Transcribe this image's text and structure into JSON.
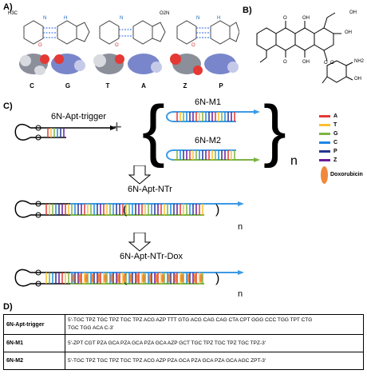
{
  "panels": {
    "a": "A)",
    "b": "B)",
    "c": "C)",
    "d": "D)"
  },
  "base_pairs": [
    {
      "left": "C",
      "right": "G"
    },
    {
      "left": "T",
      "right": "A"
    },
    {
      "left": "Z",
      "right": "P"
    }
  ],
  "structure_labels": {
    "h3c": "H3C",
    "o2n": "O2N",
    "oh1": "OH",
    "oh2": "OH",
    "oh3": "OH",
    "nh2": "NH2"
  },
  "constructs": {
    "trigger": "6N-Apt-trigger",
    "m1": "6N-M1",
    "m2": "6N-M2",
    "ntr": "6N-Apt-NTr",
    "ntr_dox": "6N-Apt-NTr-Dox",
    "n": "n",
    "plus": "+"
  },
  "legend": [
    {
      "label": "A",
      "color": "#e53935"
    },
    {
      "label": "T",
      "color": "#fbc02d"
    },
    {
      "label": "G",
      "color": "#7cb342"
    },
    {
      "label": "C",
      "color": "#1e88e5"
    },
    {
      "label": "P",
      "color": "#283593"
    },
    {
      "label": "Z",
      "color": "#6a1b9a"
    }
  ],
  "legend_dox": "Doxorubicin",
  "table": {
    "rows": [
      {
        "name": "6N-Apt-trigger",
        "line1": "5'-TGC TPZ TGC TPZ TGC TPZ ACG AZP TTT GTG ACG CAG CAG CTA CPT GGG CCC TGG TPT CTG",
        "line2": "TGC TGG ACA C-3'"
      },
      {
        "name": "6N-M1",
        "line1": "5'-ZPT CGT PZA GCA PZA GCA PZA GCA AZP GCT TGC TPZ TGC TPZ TGC TPZ-3'",
        "line2": ""
      },
      {
        "name": "6N-M2",
        "line1": "5'-TGC TPZ TGC TPZ TGC TPZ ACG AZP PZA GCA PZA GCA PZA GCA AGC ZPT-3'",
        "line2": ""
      }
    ]
  }
}
